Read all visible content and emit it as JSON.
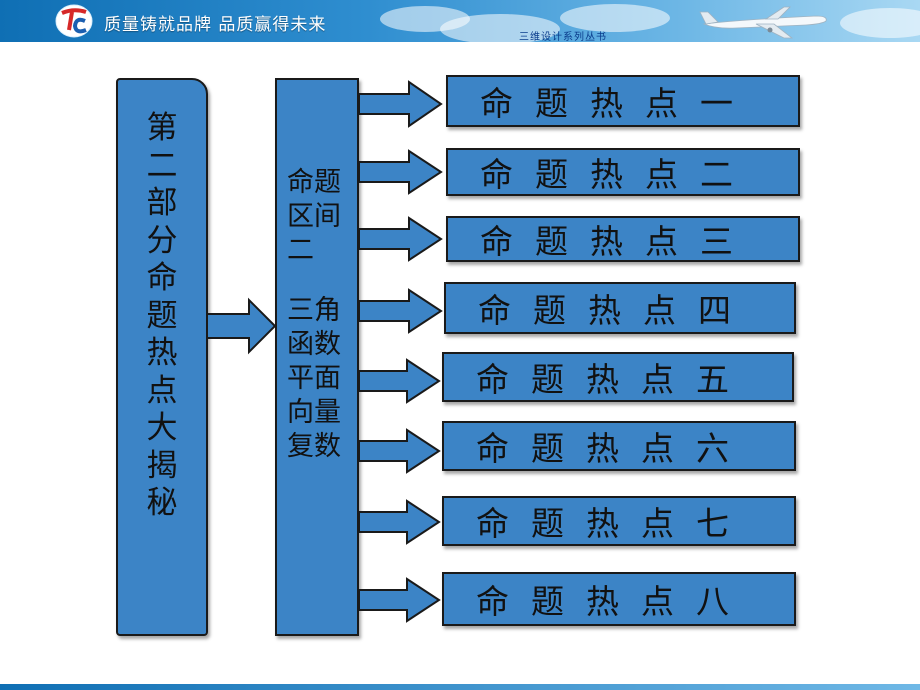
{
  "header": {
    "slogan": "质量铸就品牌 品质赢得未来",
    "series": "三维设计系列丛书"
  },
  "diagram": {
    "root": "第二部分 命题热点大揭秘",
    "middle_line1": "命题区间二",
    "middle_line2": "三角函数平面向量复数",
    "hot_points": [
      "命题热点一",
      "命题热点二",
      "命题热点三",
      "命题热点四",
      "命题热点五",
      "命题热点六",
      "命题热点七",
      "命题热点八"
    ]
  },
  "colors": {
    "box_fill": "#3c84c6",
    "box_border": "#1a1a1a",
    "banner": "#2f8ed0"
  }
}
